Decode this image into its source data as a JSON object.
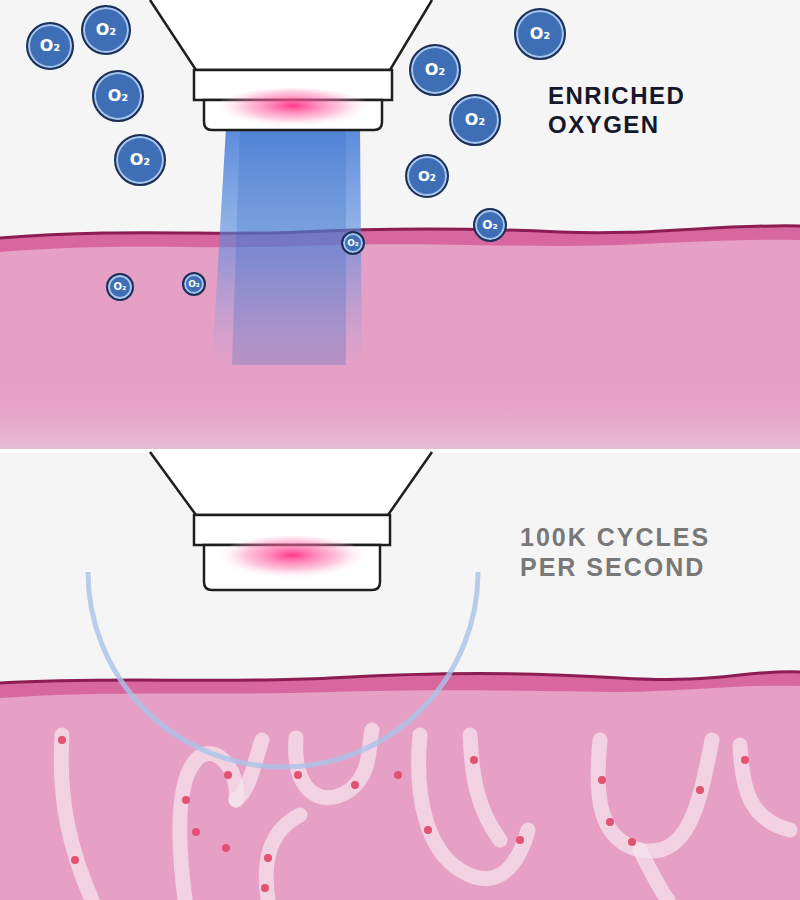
{
  "diagram": {
    "nodes": [
      {
        "text": [
          "O₂"
        ]
      },
      {
        "text": [
          "O₂"
        ]
      },
      {
        "text": [
          "O₂"
        ]
      },
      {
        "text": [
          "O₂"
        ]
      },
      {
        "text": [
          "O₂"
        ]
      },
      {
        "text": [
          "O₂"
        ]
      },
      {
        "text": [
          "O₂"
        ]
      },
      {
        "text": [
          "O₂"
        ]
      },
      {
        "text": [
          "O₂"
        ]
      },
      {
        "text": [
          "O₂"
        ]
      },
      {
        "text": [
          "O₂"
        ]
      },
      {
        "text": [
          "O₂"
        ]
      }
    ],
    "labels": [
      "ENRICHED OXYGEN",
      "100K CYCLES PER SECOND"
    ]
  }
}
